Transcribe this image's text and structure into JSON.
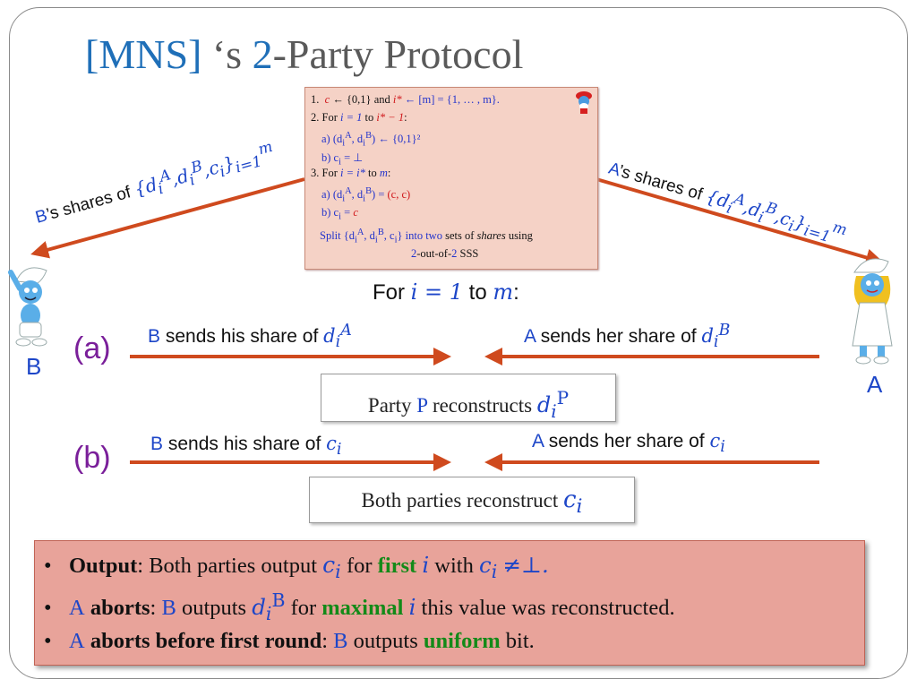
{
  "title": {
    "prefix": "[MNS]",
    "mid": " ‘s ",
    "num": "2",
    "suffix": "-Party Protocol"
  },
  "protocol": {
    "l1_num": "1.",
    "l1_c": "c",
    "l1_arrow": " ← {0,1} ",
    "l1_and": "and ",
    "l1_istar": "i*",
    "l1_rest": " ← [m] = {1, … , m}.",
    "l2": "2.  For ",
    "l2_i": "i = 1",
    "l2_to": " to ",
    "l2_end": "i* − 1",
    "l2_colon": ":",
    "l2a": "a)  (d",
    "l2a_tail": ") ← {0,1}²",
    "l2b": "b)  c",
    "l2b_tail": " = ⊥",
    "l3": "3.  For ",
    "l3_i": "i = i*",
    "l3_to": " to ",
    "l3_m": "m",
    "l3_colon": ":",
    "l3a": "a)  (d",
    "l3a_tail": "cc",
    "l3b": "b)  c",
    "l3b_tail": "c",
    "split_pre": "Split {d",
    "split_post": "} into ",
    "split_two": "two",
    "split_sets": " sets of ",
    "split_shares": "shares",
    "split_using": " using",
    "split_last_a": "2",
    "split_last_b": "-out-of-",
    "split_last_c": "2",
    "split_last_d": " SSS"
  },
  "shares_left": {
    "who": "B",
    "text": "’s shares of "
  },
  "shares_right": {
    "who": "A",
    "text": "’s shares of "
  },
  "loop": {
    "for": "For ",
    "i": "i = 1",
    "to": " to ",
    "m": "m",
    "colon": ":"
  },
  "phase_a": "(a)",
  "phase_b": "(b)",
  "party_b": "B",
  "party_a": "A",
  "a_left": {
    "who": "B",
    "text": " sends his share of "
  },
  "a_right": {
    "who": "A",
    "text": " sends her share of "
  },
  "b_left": {
    "who": "B",
    "text": " sends his share of "
  },
  "b_right": {
    "who": "A",
    "text": " sends her share of "
  },
  "recon_a": {
    "pre": "Party ",
    "p": "P",
    "mid": " reconstructs "
  },
  "recon_b": {
    "pre": "Both parties reconstruct "
  },
  "output": {
    "r1_bold": "Output",
    "r1_a": ": Both parties output ",
    "r1_for": " for ",
    "r1_first": "first",
    "r1_with": " with ",
    "r1_end": "≠⊥.",
    "r2_a": "A",
    "r2_aborts": " aborts",
    "r2_colon": ": ",
    "r2_b": "B",
    "r2_outputs": " outputs ",
    "r2_for": " for ",
    "r2_maximal": "maximal",
    "r2_end": " this value was reconstructed.",
    "r3_a": "A",
    "r3_bold": " aborts before first round",
    "r3_colon": ": ",
    "r3_b": "B",
    "r3_outputs": " outputs ",
    "r3_uniform": "uniform",
    "r3_end": " bit."
  },
  "colors": {
    "arrow": "#cf4a1e",
    "blue": "#1d46c8",
    "purple": "#7a1f9a",
    "green": "#138a18",
    "box": "#e8a39a"
  },
  "icons": [
    "smurf-icon",
    "smurfette-icon",
    "papa-smurf-icon"
  ]
}
